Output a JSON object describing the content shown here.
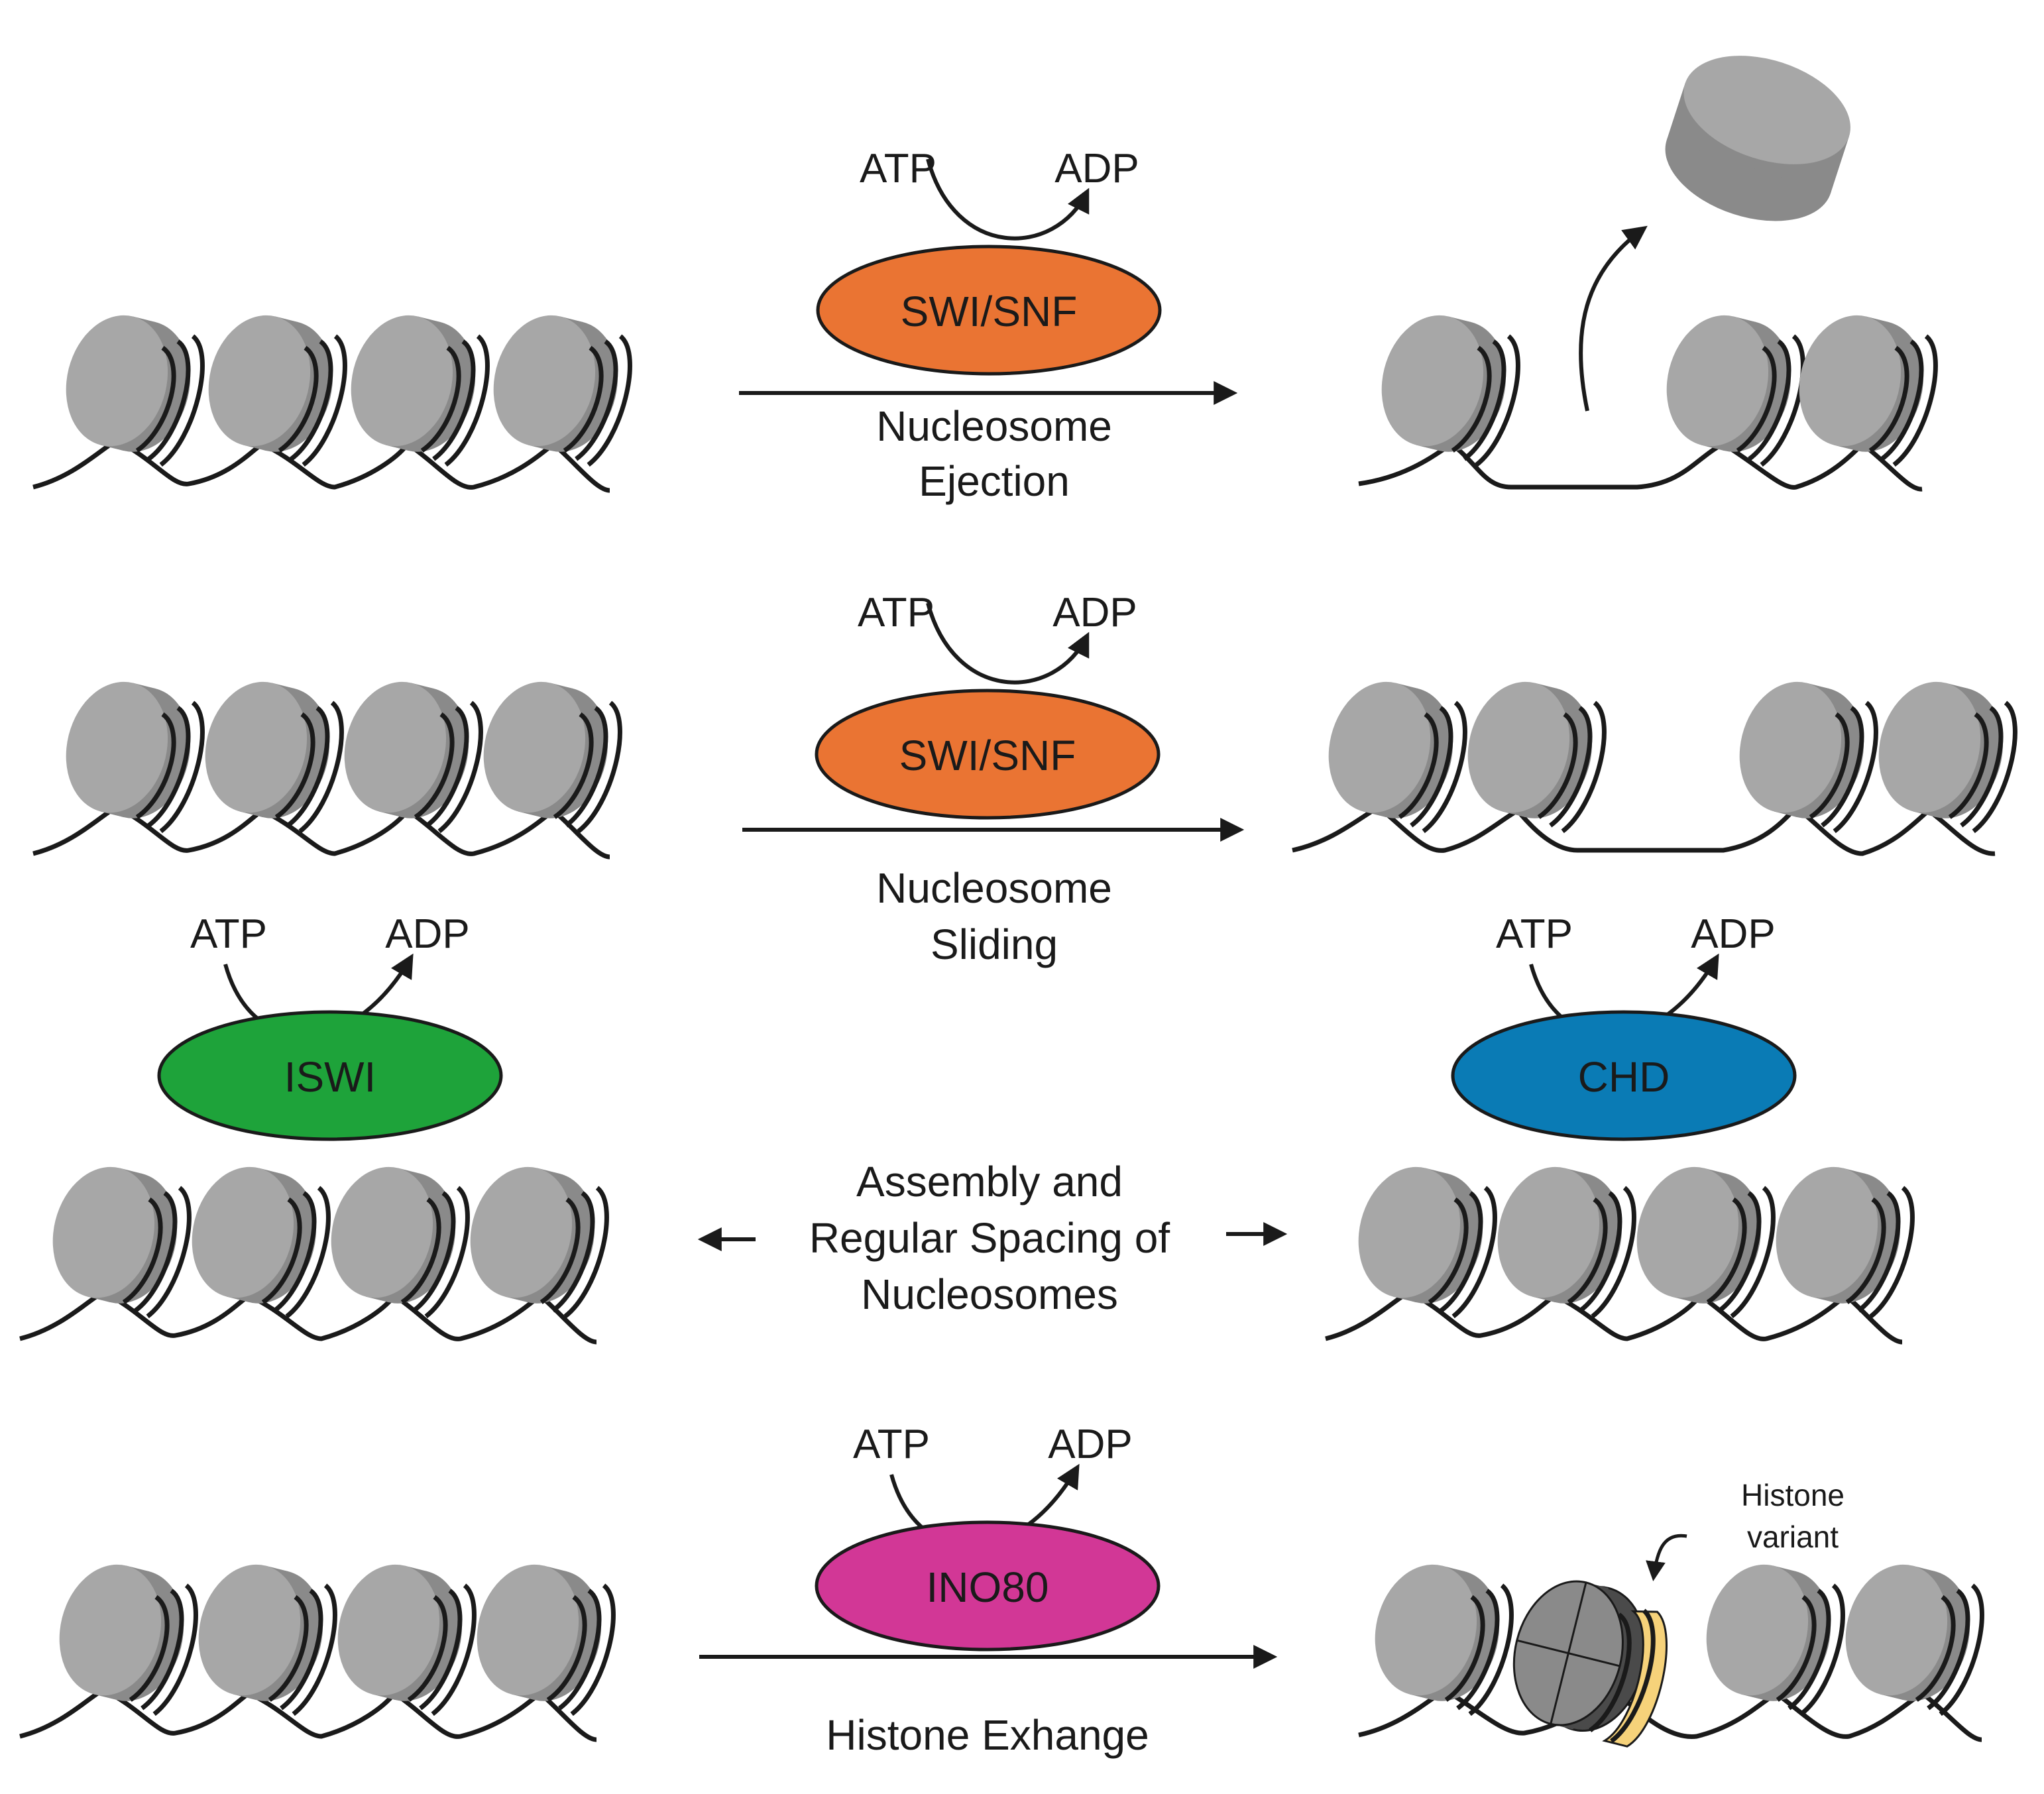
{
  "colors": {
    "background": "#ffffff",
    "histone_front": "#a7a7a7",
    "histone_side": "#8a8a8a",
    "dna": "#1a1a1a",
    "arrow": "#1a1a1a",
    "swi_snf": "#ea7433",
    "iswi": "#1ea33a",
    "chd": "#0a7bb5",
    "ino80": "#d23796",
    "histone_variant": "#f6d27a",
    "exchange_dark": "#4a4a4a"
  },
  "icons": [
    "nucleosome-icon",
    "histone-octamer-icon",
    "curved-arrow-icon",
    "straight-arrow-icon",
    "double-arrow-icon"
  ],
  "panels": {
    "ejection": {
      "atp": "ATP",
      "adp": "ADP",
      "enzyme": "SWI/SNF",
      "line1": "Nucleosome",
      "line2": "Ejection"
    },
    "sliding": {
      "atp": "ATP",
      "adp": "ADP",
      "enzyme": "SWI/SNF",
      "line1": "Nucleosome",
      "line2": "Sliding"
    },
    "assembly": {
      "left_atp": "ATP",
      "left_adp": "ADP",
      "left_enzyme": "ISWI",
      "right_atp": "ATP",
      "right_adp": "ADP",
      "right_enzyme": "CHD",
      "line1": "Assembly and",
      "line2": "Regular Spacing of",
      "line3": "Nucleosomes"
    },
    "exchange": {
      "atp": "ATP",
      "adp": "ADP",
      "enzyme": "INO80",
      "label": "Histone Exhange",
      "variant_line1": "Histone",
      "variant_line2": "variant"
    }
  }
}
